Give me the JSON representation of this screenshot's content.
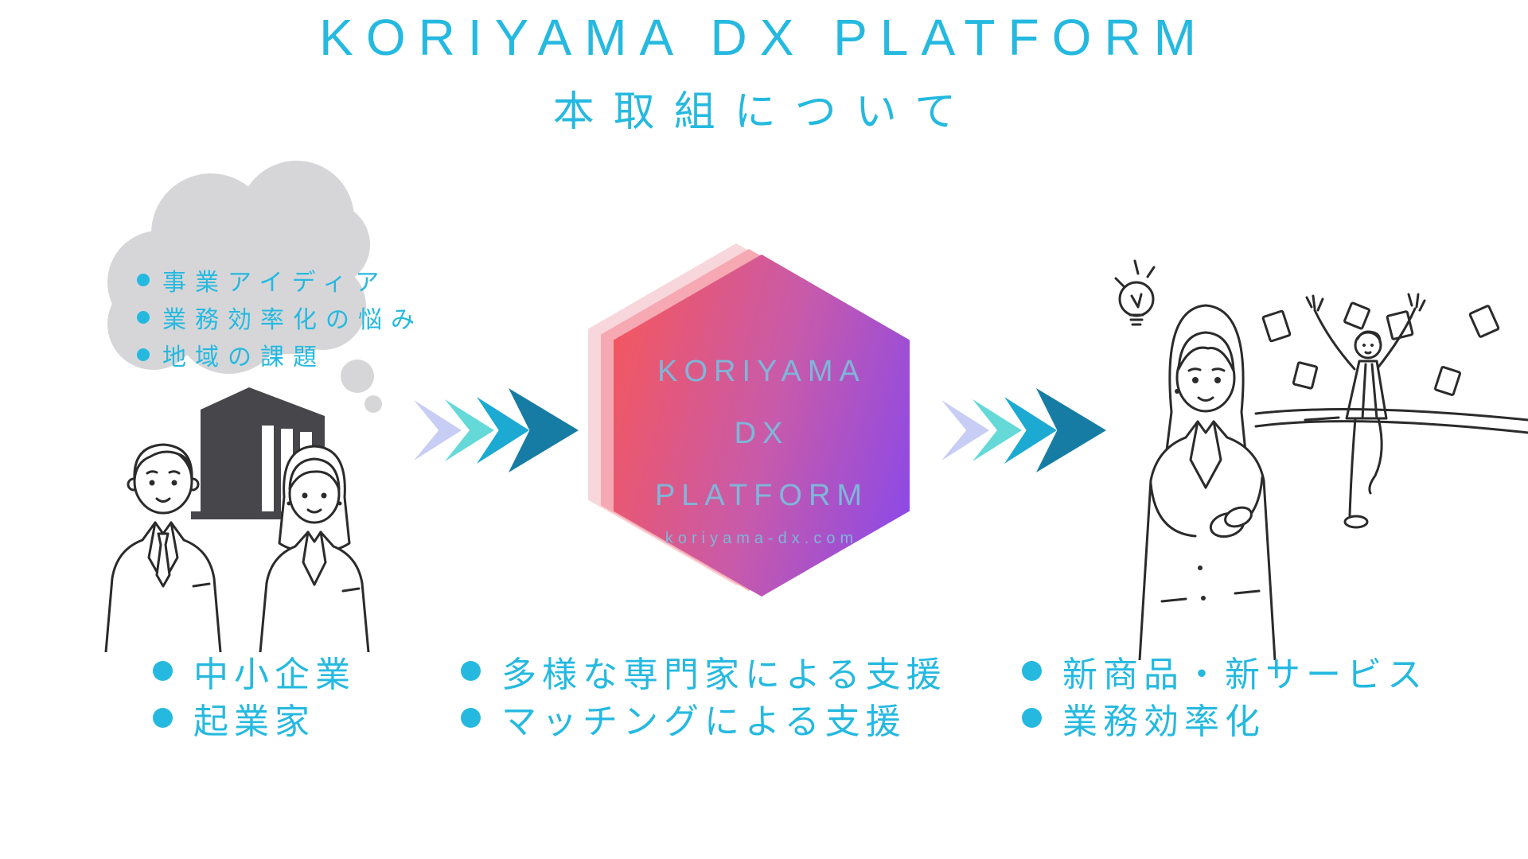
{
  "theme": {
    "accent-cyan": "#25b9e0",
    "cloud-gray": "#d6d6d8",
    "building-gray": "#47474b",
    "line-ink": "#2b2b2b",
    "hex-grad-left": "#f4575e",
    "hex-grad-mid": "#c85aaa",
    "hex-grad-right": "#8b49e8",
    "hex-layer-mid": "#f6a9b2",
    "hex-layer-back": "#f8d7dc",
    "hex-text": "#7fb6d9",
    "arrow-1": "#c7cdf4",
    "arrow-2": "#64d9d8",
    "arrow-3": "#1caad2",
    "arrow-4": "#177ca4"
  },
  "header": {
    "title": "KORIYAMA DX PLATFORM",
    "subtitle": "本取組について"
  },
  "thought_cloud": {
    "items": [
      "事業アイディア",
      "業務効率化の悩み",
      "地域の課題"
    ]
  },
  "hexagon": {
    "lines": [
      "KORIYAMA",
      "DX",
      "PLATFORM"
    ],
    "url": "koriyama-dx.com"
  },
  "columns": {
    "left": {
      "items": [
        "中小企業",
        "起業家"
      ]
    },
    "middle": {
      "items": [
        "多様な専門家による支援",
        "マッチングによる支援"
      ]
    },
    "right": {
      "items": [
        "新商品・新サービス",
        "業務効率化"
      ]
    }
  }
}
